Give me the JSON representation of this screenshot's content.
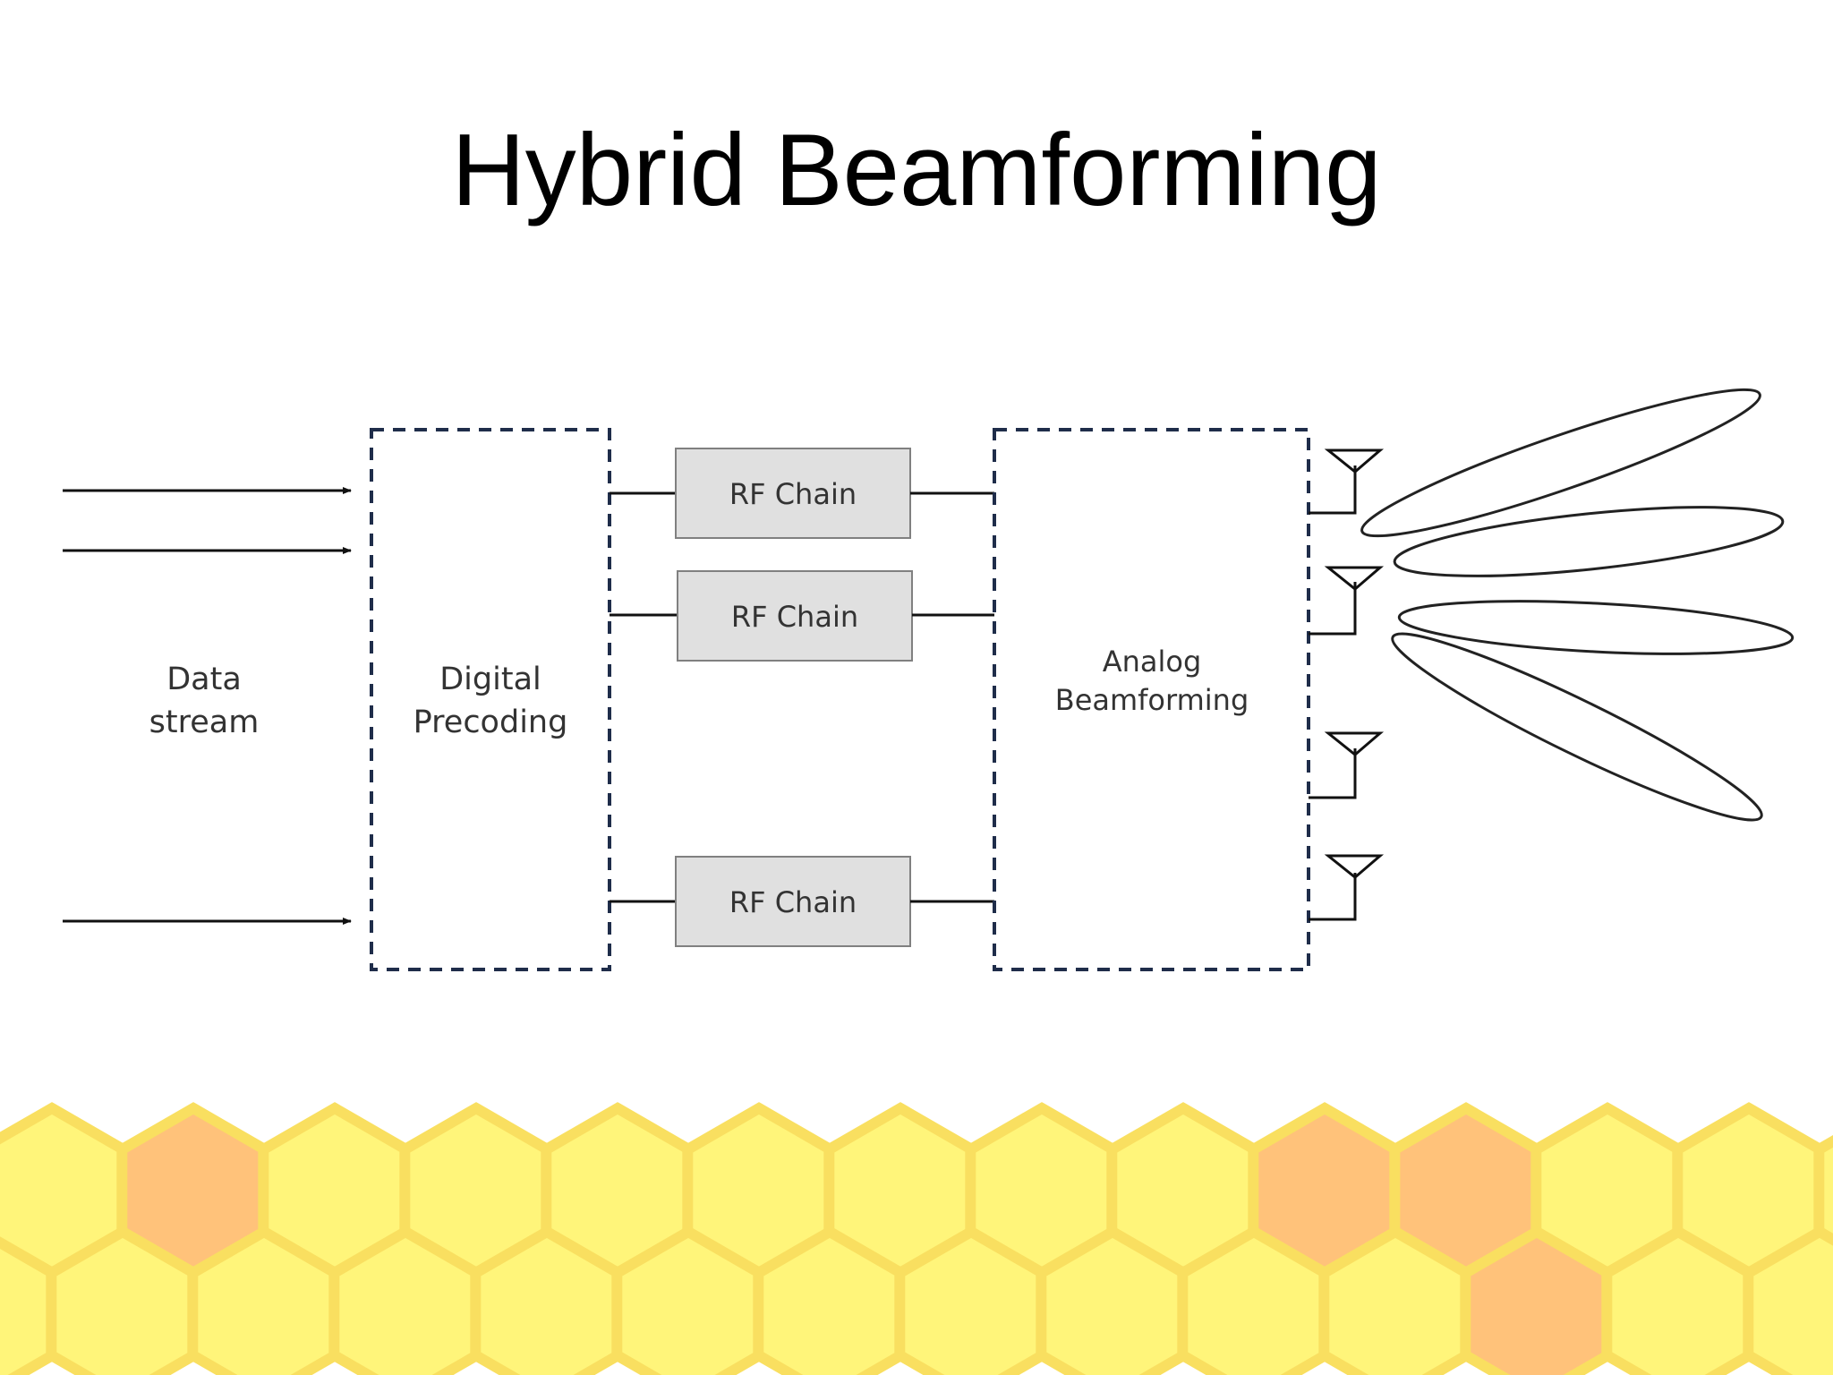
{
  "slide": {
    "title": "Hybrid Beamforming"
  },
  "diagram": {
    "data_stream": {
      "line1": "Data",
      "line2": "stream"
    },
    "digital_precoding": {
      "line1": "Digital",
      "line2": "Precoding"
    },
    "rf_chains": [
      "RF Chain",
      "RF Chain",
      "RF Chain"
    ],
    "analog_beamforming": {
      "line1": "Analog",
      "line2": "Beamforming"
    }
  },
  "colors": {
    "dashed_border": "#1f2d4a",
    "rf_fill": "#e0e0e0",
    "rf_border": "#808080",
    "hex_yellow": "#fff57a",
    "hex_orange": "#ffc27a",
    "hex_border": "#f9df60"
  }
}
